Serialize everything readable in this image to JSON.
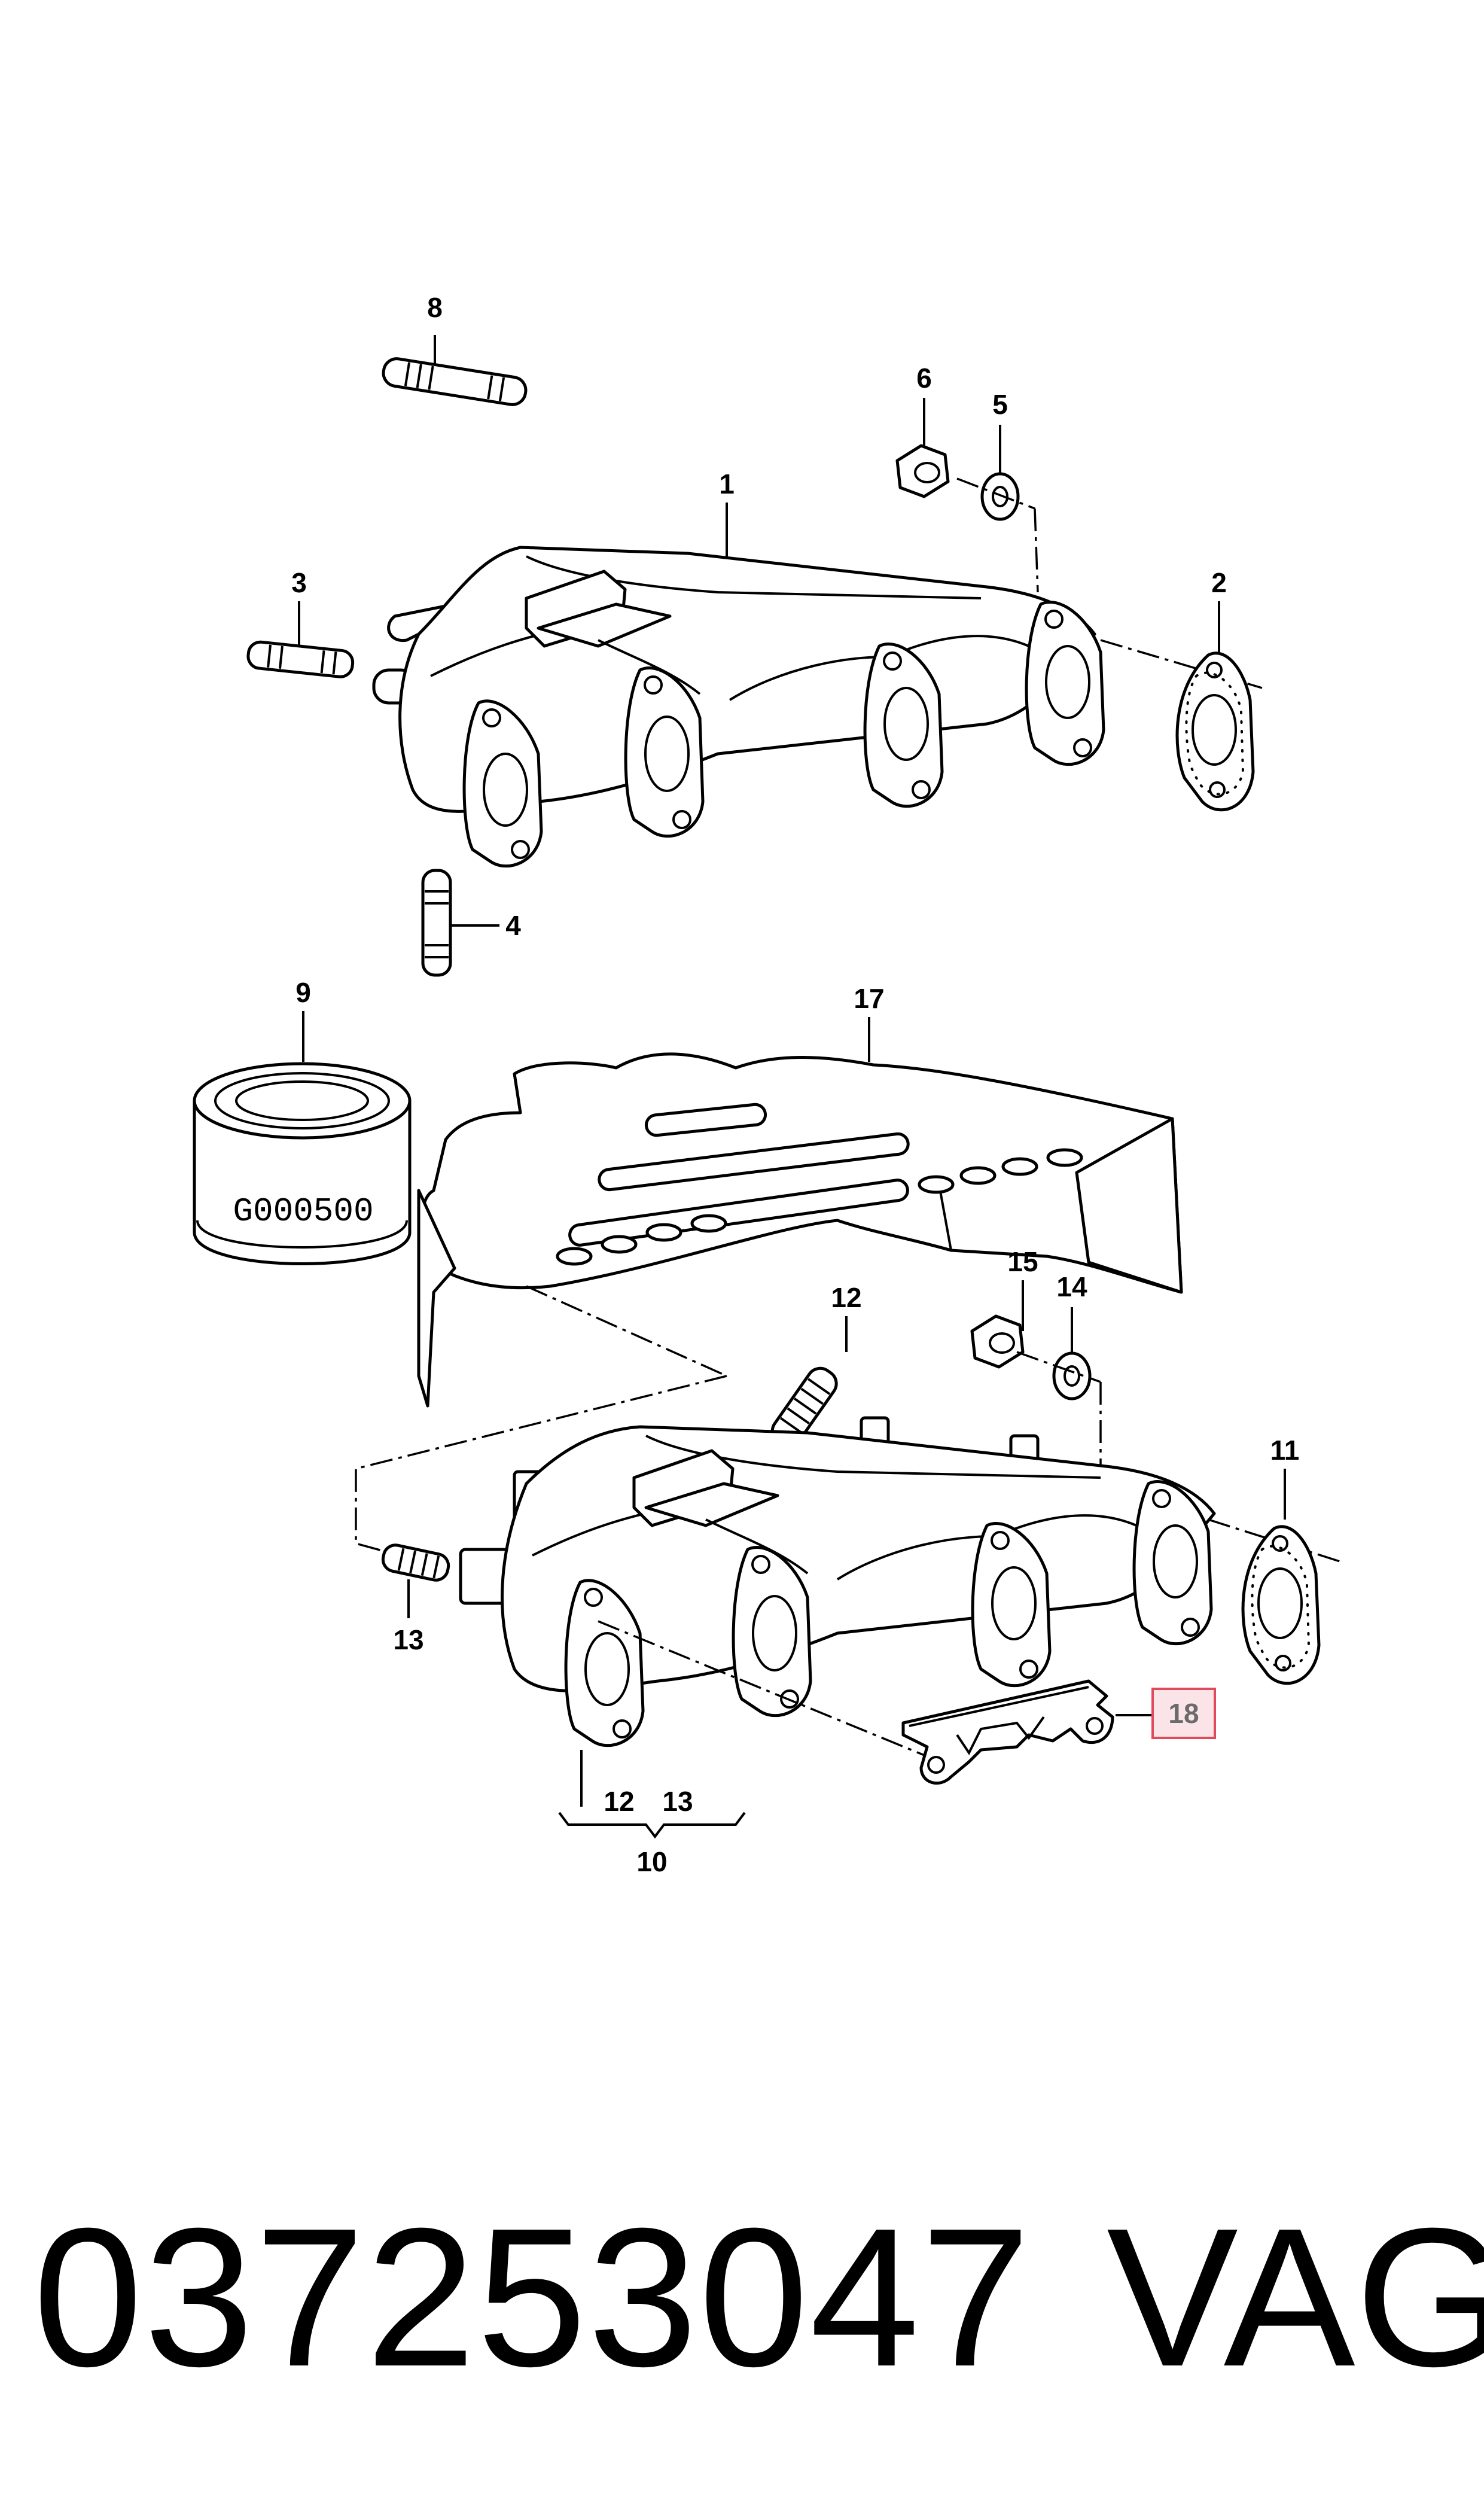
{
  "diagram": {
    "callouts": {
      "c1": "1",
      "c2": "2",
      "c3": "3",
      "c4": "4",
      "c5": "5",
      "c6": "6",
      "c8": "8",
      "c9": "9",
      "c10": "10",
      "c11": "11",
      "c12a": "12",
      "c12b": "12",
      "c13a": "13",
      "c13b": "13",
      "c14": "14",
      "c15": "15",
      "c17": "17",
      "c18": "18"
    },
    "cartridge_label": "G000500",
    "highlight_color": "#e04a5a"
  },
  "footer": {
    "part_number": "037253047",
    "brand": "VAG"
  }
}
